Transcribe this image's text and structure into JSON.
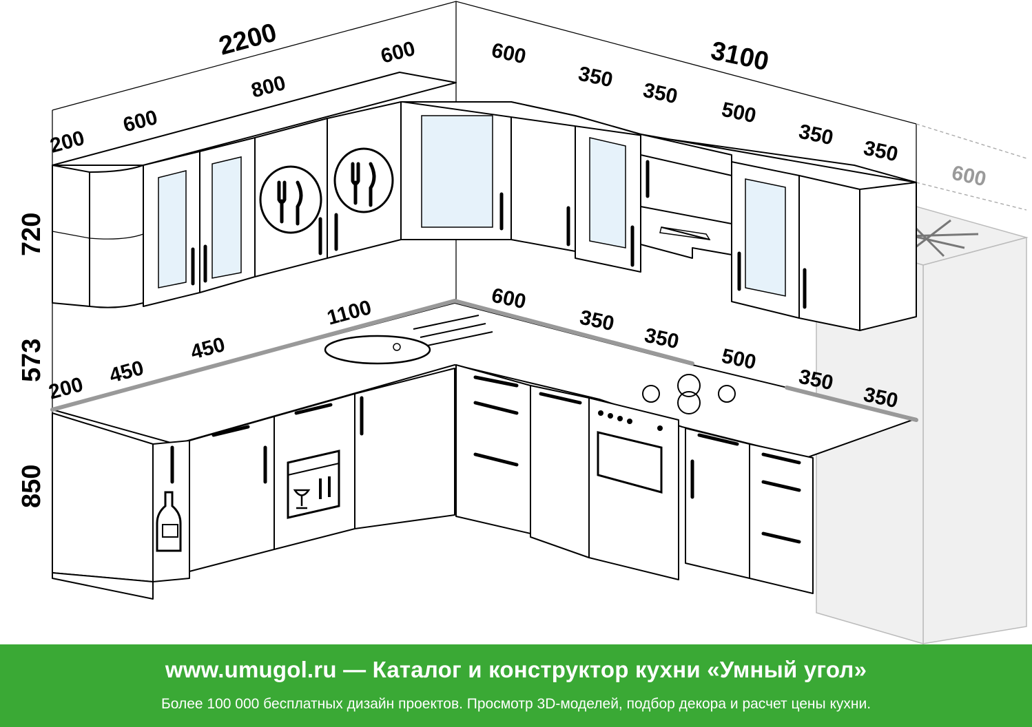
{
  "dimensions": {
    "top_left_total": "2200",
    "top_right_total": "3100",
    "top_left_200": "200",
    "top_left_600": "600",
    "top_left_800": "800",
    "top_corner_600": "600",
    "top_right_600": "600",
    "top_right_350a": "350",
    "top_right_350b": "350",
    "top_right_500": "500",
    "top_right_350c": "350",
    "top_right_350d": "350",
    "fridge_600": "600",
    "height_upper": "720",
    "height_gap": "573",
    "height_base": "850",
    "base_left_200": "200",
    "base_left_450a": "450",
    "base_left_450b": "450",
    "base_left_1100": "1100",
    "base_right_600": "600",
    "base_right_350a": "350",
    "base_right_350b": "350",
    "base_right_500": "500",
    "base_right_350c": "350",
    "base_right_350d": "350"
  },
  "banner": {
    "title": "www.umugol.ru — Каталог и конструктор кухни «Умный угол»",
    "subtitle": "Более 100 000 бесплатных дизайн проектов. Просмотр 3D-моделей, подбор декора и расчет цены кухни."
  },
  "colors": {
    "banner_bg": "#3aa935",
    "line": "#000000",
    "ghost_fridge": "#f0f0f0"
  },
  "icons": [
    "plate-cutlery-icon",
    "bottle-icon",
    "dishwasher-icon",
    "hood-icon",
    "snowflake-icon"
  ]
}
